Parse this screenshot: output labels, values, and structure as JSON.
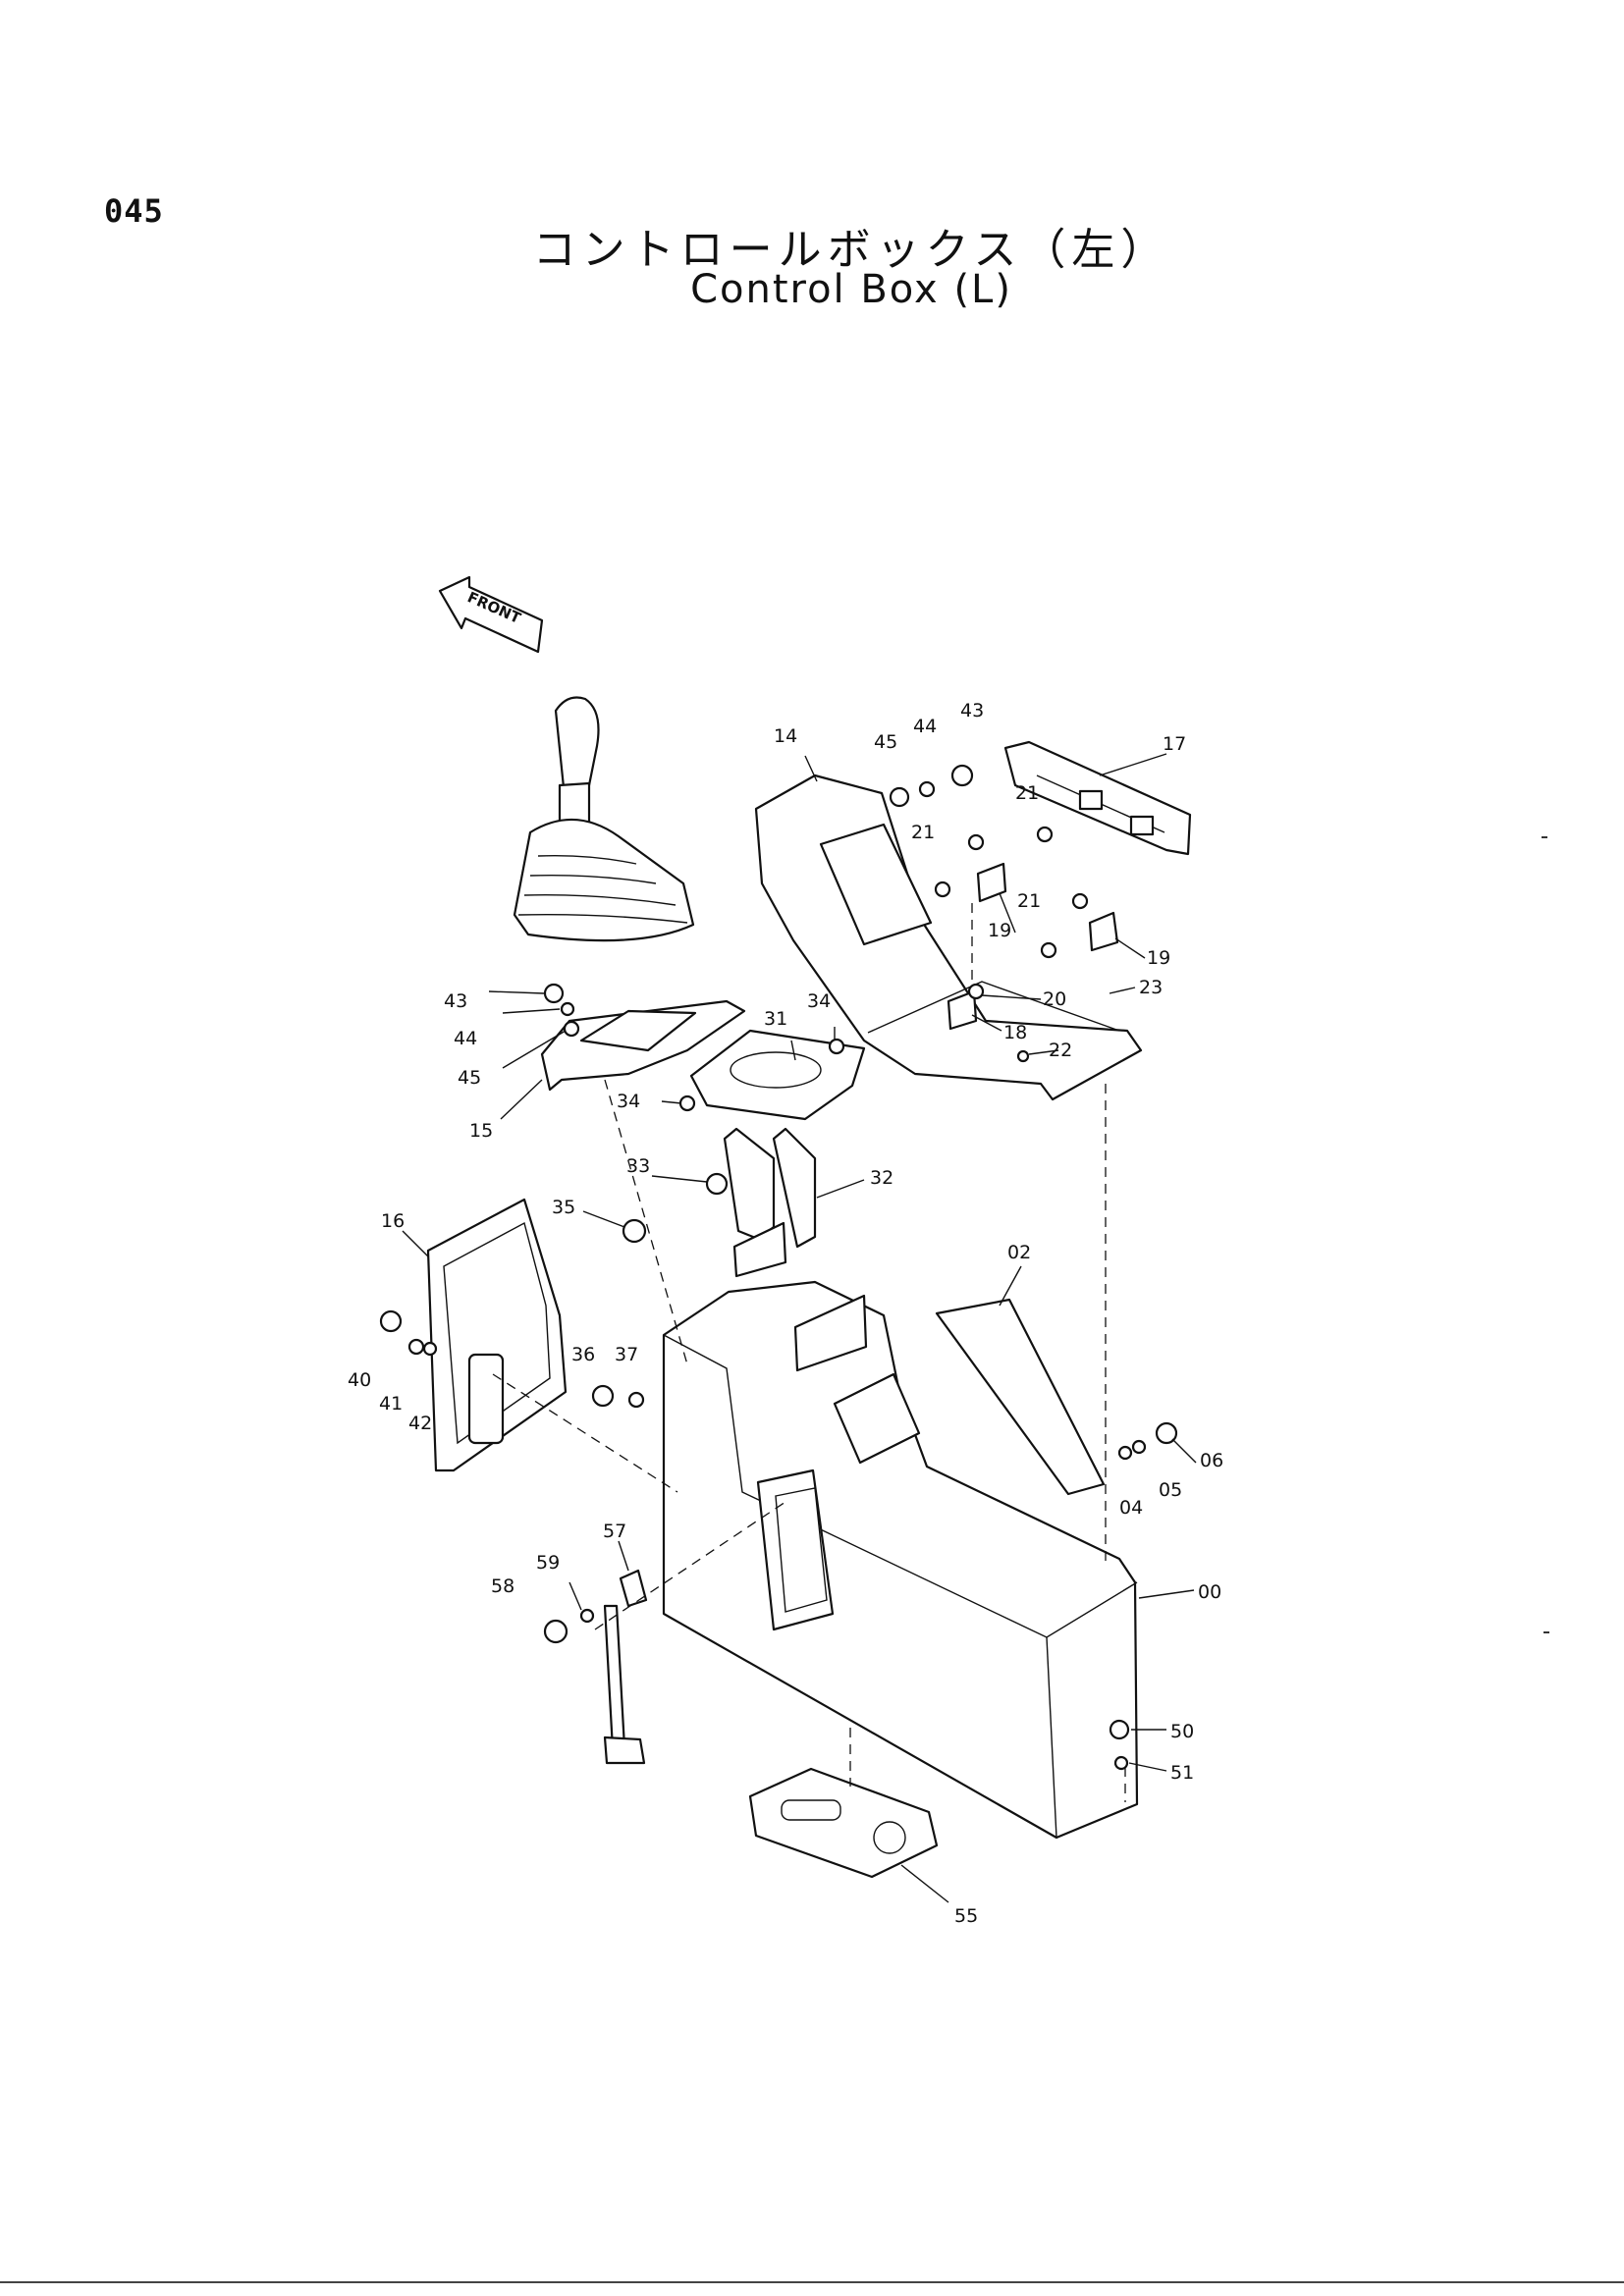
{
  "header": {
    "page_number": "045",
    "title_jp": "コントロールボックス（左）",
    "title_en": "Control Box (L)"
  },
  "front_indicator": {
    "label": "FRONT",
    "icon": "front-arrow-icon"
  },
  "callouts": [
    "00",
    "02",
    "04",
    "05",
    "06",
    "14",
    "15",
    "16",
    "17",
    "18",
    "19",
    "19",
    "20",
    "21",
    "21",
    "21",
    "22",
    "23",
    "31",
    "32",
    "33",
    "34",
    "34",
    "35",
    "36",
    "37",
    "40",
    "41",
    "42",
    "43",
    "43",
    "44",
    "44",
    "45",
    "45",
    "50",
    "51",
    "55",
    "57",
    "58",
    "59"
  ]
}
